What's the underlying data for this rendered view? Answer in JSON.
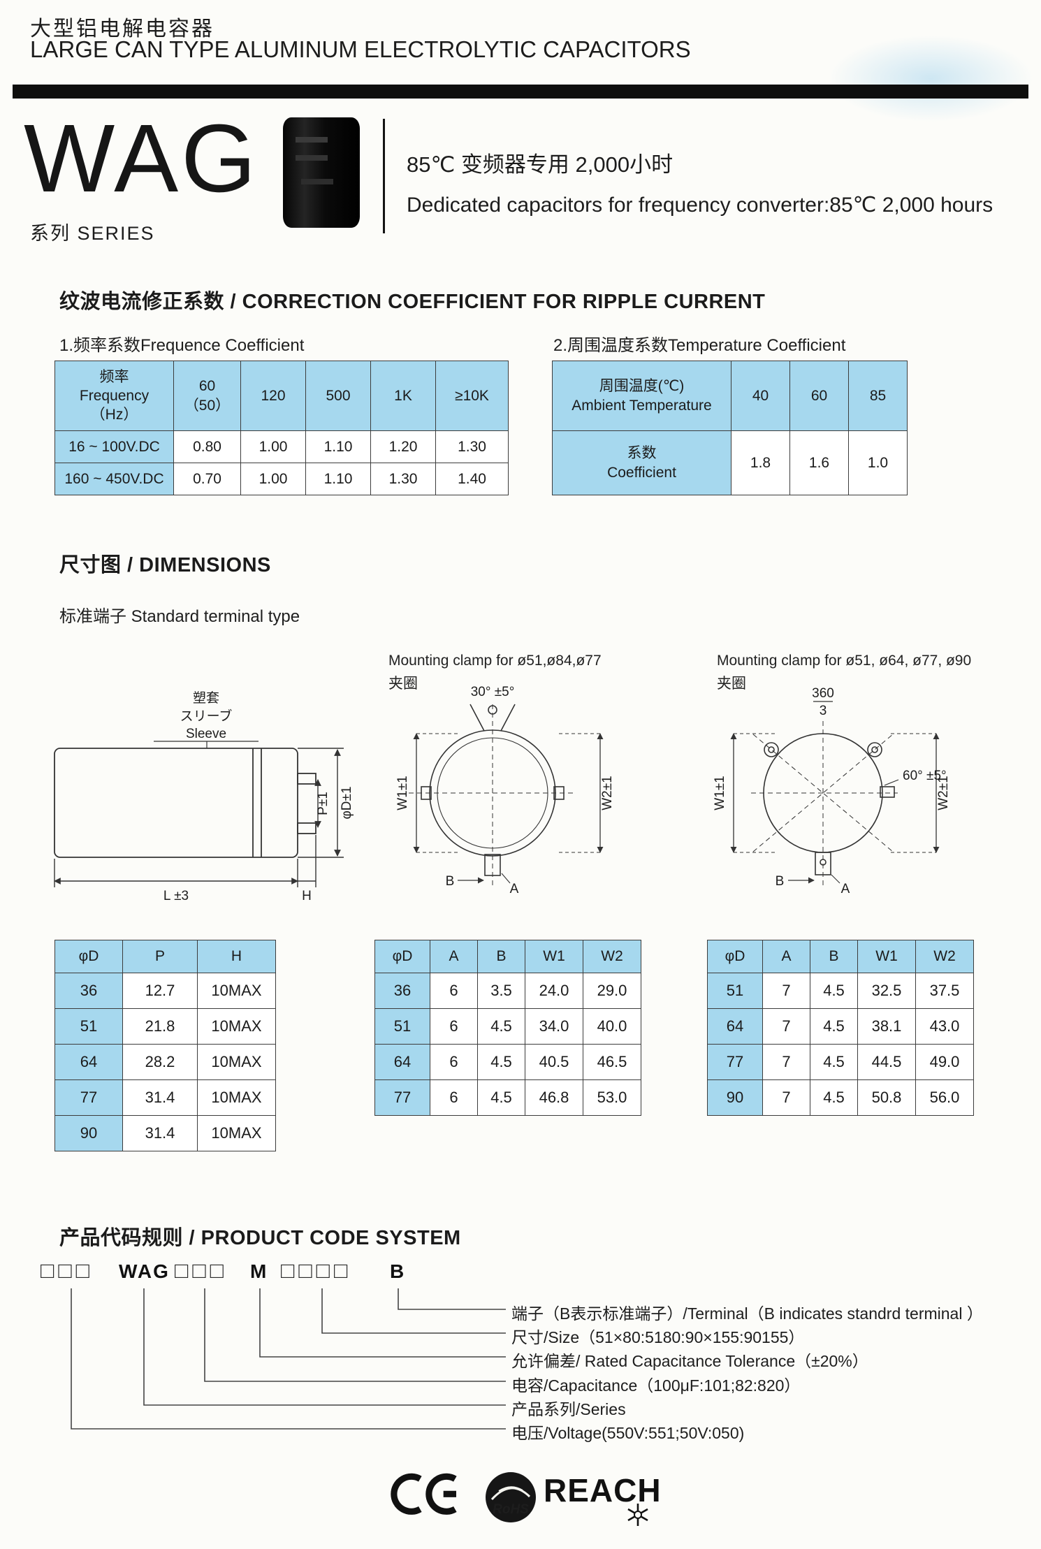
{
  "colors": {
    "table_fill": "#a6d8ee",
    "rule_bar": "#0e0e0e",
    "text": "#1c1c1c"
  },
  "header": {
    "title_cn": "大型铝电解电容器",
    "title_en": "LARGE CAN TYPE ALUMINUM ELECTROLYTIC CAPACITORS"
  },
  "series": {
    "name": "WAG",
    "label": "系列 SERIES",
    "desc_cn": "85℃ 变频器专用  2,000小时",
    "desc_en": "Dedicated capacitors for frequency converter:85℃ 2,000 hours"
  },
  "ripple": {
    "heading": "纹波电流修正系数  / CORRECTION COEFFICIENT FOR RIPPLE CURRENT",
    "freq_title": "1.频率系数Frequence Coefficient",
    "temp_title": "2.周围温度系数Temperature Coefficient",
    "freq_table": {
      "header": [
        "频率\nFrequency\n（Hz）",
        "60\n（50）",
        "120",
        "500",
        "1K",
        "≥10K"
      ],
      "rows": [
        [
          "16 ~ 100V.DC",
          "0.80",
          "1.00",
          "1.10",
          "1.20",
          "1.30"
        ],
        [
          "160 ~ 450V.DC",
          "0.70",
          "1.00",
          "1.10",
          "1.30",
          "1.40"
        ]
      ]
    },
    "temp_table": {
      "header": [
        "周围温度(℃)\nAmbient Temperature",
        "40",
        "60",
        "85"
      ],
      "rows": [
        [
          "系数\nCoefficient",
          "1.8",
          "1.6",
          "1.0"
        ]
      ]
    }
  },
  "dimensions": {
    "heading": "尺寸图 / DIMENSIONS",
    "sub": "标准端子 Standard terminal type",
    "diagram1": {
      "sleeve_cn": "塑套",
      "sleeve_jp": "スリーブ",
      "sleeve_en": "Sleeve",
      "dim_l": "L ±3",
      "dim_d": "φD±1",
      "dim_p": "P±1",
      "dim_h": "H"
    },
    "diagram2": {
      "title": "Mounting clamp for ø51,ø84,ø77",
      "clamp": "夹圈",
      "angle": "30°  ±5°",
      "w1": "W1±1",
      "w2": "W2±1",
      "a": "A",
      "b": "B"
    },
    "diagram3": {
      "title": "Mounting clamp for ø51, ø64, ø77, ø90",
      "clamp": "夹圈",
      "frac_top": "360",
      "frac_bot": "3",
      "angle": "60°  ±5°",
      "w1": "W1±1",
      "w2": "W2±1",
      "a": "A",
      "b": "B"
    },
    "table_ph": {
      "header": [
        "φD",
        "P",
        "H"
      ],
      "rows": [
        [
          "36",
          "12.7",
          "10MAX"
        ],
        [
          "51",
          "21.8",
          "10MAX"
        ],
        [
          "64",
          "28.2",
          "10MAX"
        ],
        [
          "77",
          "31.4",
          "10MAX"
        ],
        [
          "90",
          "31.4",
          "10MAX"
        ]
      ]
    },
    "table_clamp1": {
      "header": [
        "φD",
        "A",
        "B",
        "W1",
        "W2"
      ],
      "rows": [
        [
          "36",
          "6",
          "3.5",
          "24.0",
          "29.0"
        ],
        [
          "51",
          "6",
          "4.5",
          "34.0",
          "40.0"
        ],
        [
          "64",
          "6",
          "4.5",
          "40.5",
          "46.5"
        ],
        [
          "77",
          "6",
          "4.5",
          "46.8",
          "53.0"
        ]
      ]
    },
    "table_clamp2": {
      "header": [
        "φD",
        "A",
        "B",
        "W1",
        "W2"
      ],
      "rows": [
        [
          "51",
          "7",
          "4.5",
          "32.5",
          "37.5"
        ],
        [
          "64",
          "7",
          "4.5",
          "38.1",
          "43.0"
        ],
        [
          "77",
          "7",
          "4.5",
          "44.5",
          "49.0"
        ],
        [
          "90",
          "7",
          "4.5",
          "50.8",
          "56.0"
        ]
      ]
    }
  },
  "product_code": {
    "heading": "产品代码规则 / PRODUCT CODE SYSTEM",
    "boxes1": "□□□",
    "series": "WAG",
    "boxes2": "□□□",
    "tolerance": "M",
    "boxes3": "□□□□",
    "terminal": "B",
    "labels": [
      "端子（B表示标准端子）/Terminal（B indicates standrd terminal ）",
      "尺寸/Size（51×80:5180:90×155:90155）",
      "允许偏差/ Rated Capacitance Tolerance（±20%）",
      "电容/Capacitance（100μF:101;82:820）",
      "产品系列/Series",
      "电压/Voltage(550V:551;50V:050)"
    ]
  },
  "footer": {
    "ce": "CE",
    "rohs_small": "RoHS",
    "reach": "REACH"
  }
}
